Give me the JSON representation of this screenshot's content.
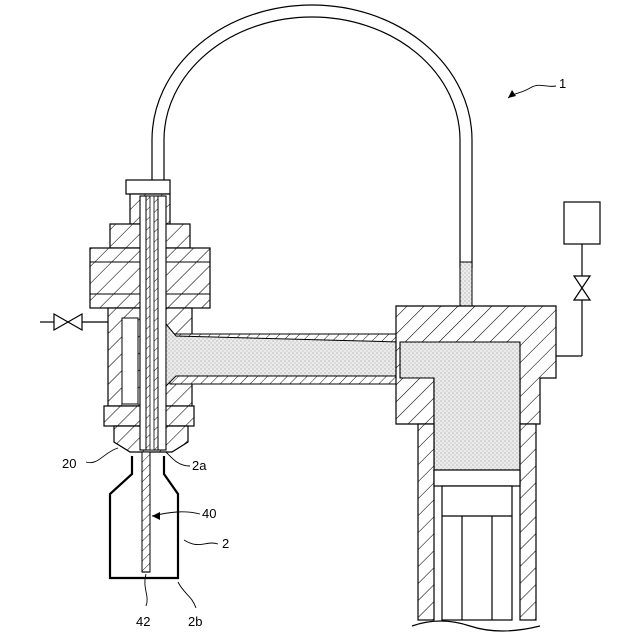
{
  "figure": {
    "labels": {
      "apparatus": "1",
      "fitting": "20",
      "bottle_mouth": "2a",
      "needle": "40",
      "bottle": "2",
      "needle_tip": "42",
      "bottle_bottom": "2b"
    }
  }
}
